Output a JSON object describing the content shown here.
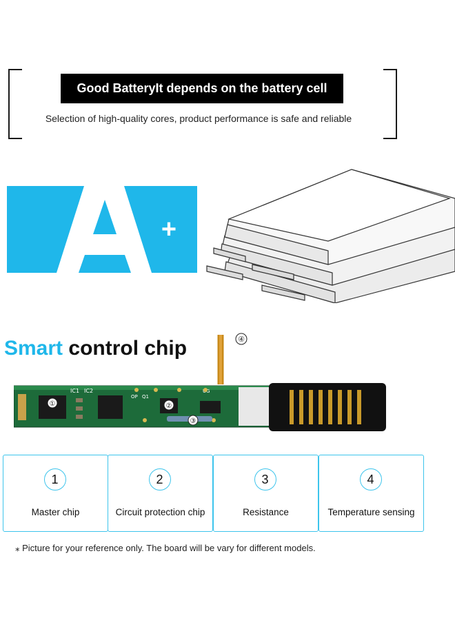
{
  "header": {
    "headline": "Good BatteryIt depends on the battery cell",
    "subline": "Selection of high-quality cores, product performance is safe and reliable"
  },
  "grade": {
    "letter": "A",
    "modifier": "+",
    "color": "#1fb7ea"
  },
  "chip_section": {
    "title_accent": "Smart",
    "title_rest": " control chip",
    "accent_color": "#1fb7ea",
    "board_labels": [
      "IC1",
      "IC2",
      "OP",
      "Q1",
      "UG"
    ],
    "callouts": [
      "①",
      "②",
      "③",
      "④"
    ]
  },
  "features": [
    {
      "num": "1",
      "label": "Master chip"
    },
    {
      "num": "2",
      "label": "Circuit protection chip"
    },
    {
      "num": "3",
      "label": "Resistance"
    },
    {
      "num": "4",
      "label": "Temperature sensing"
    }
  ],
  "footnote": "⁎ Picture for your reference only. The board will be vary for different models."
}
